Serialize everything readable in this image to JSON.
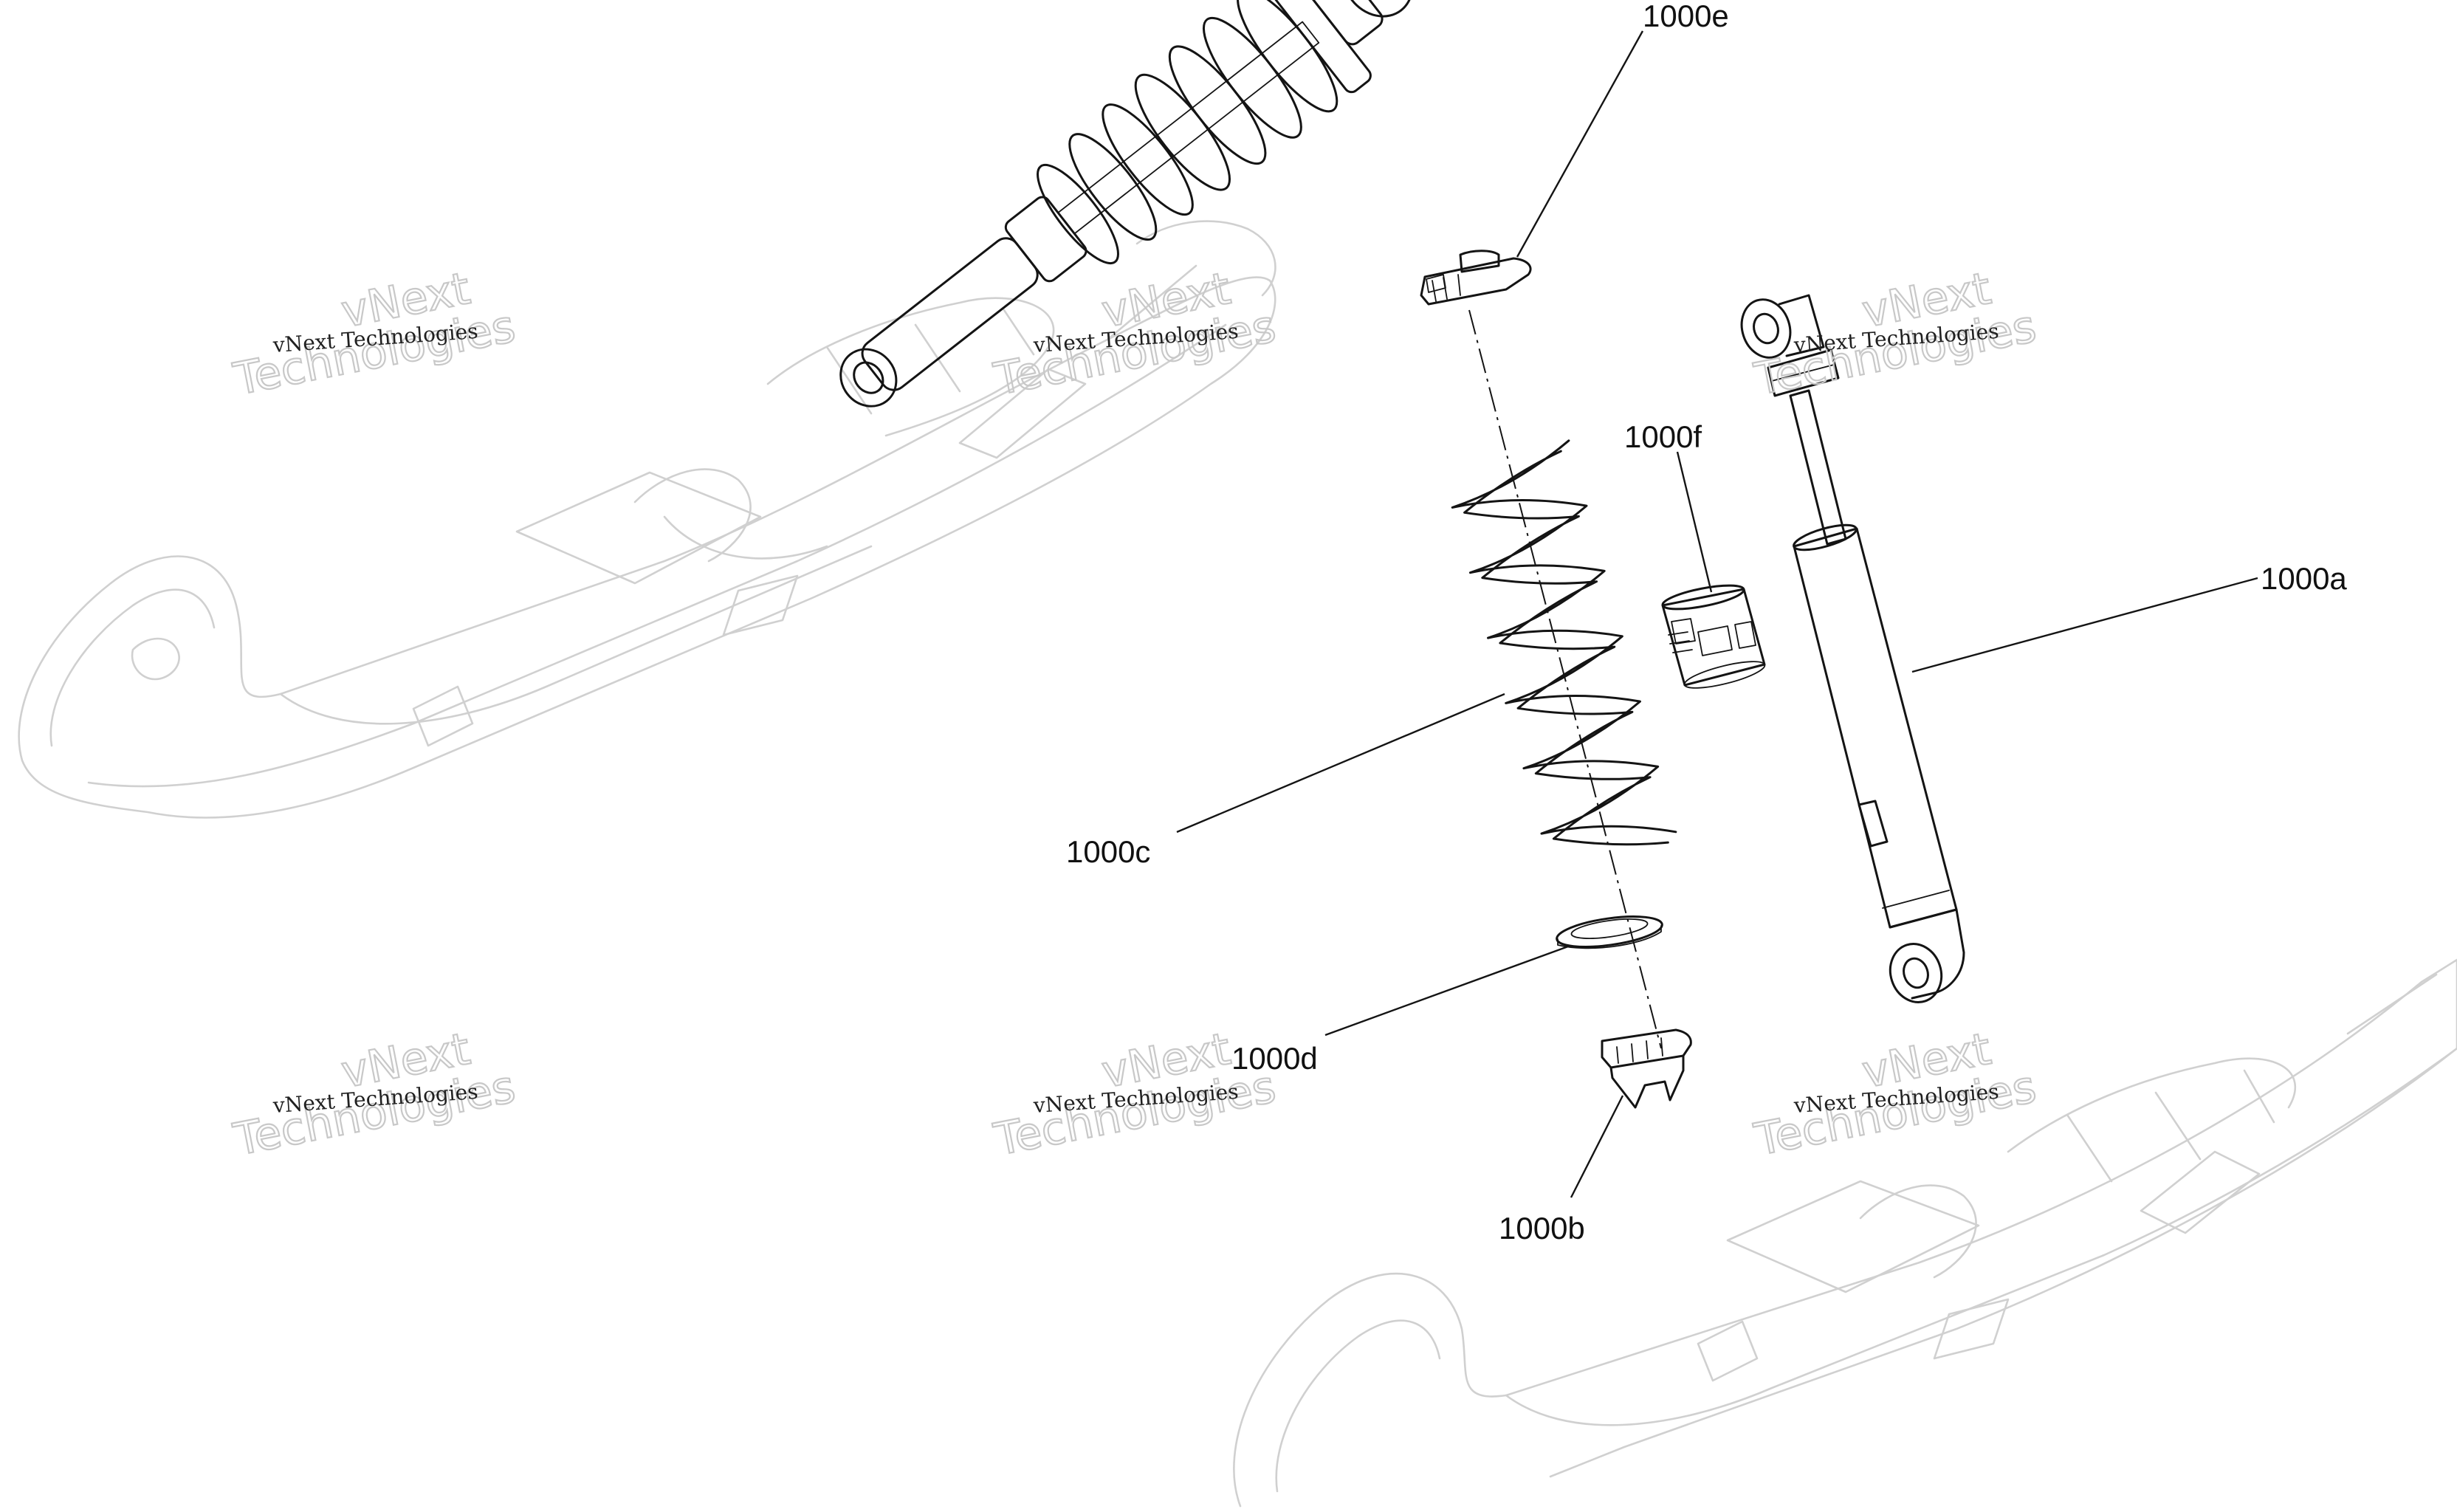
{
  "callouts": {
    "a": "1000a",
    "b": "1000b",
    "c": "1000c",
    "d": "1000d",
    "e": "1000e",
    "f": "1000f"
  },
  "watermark": {
    "line": "vNext Technologies",
    "big_top": "vNext",
    "big_bottom": "Technologies"
  },
  "colors": {
    "ink": "#141414",
    "ghost": "#d0d0d0",
    "watermark": "#c8c8c8"
  }
}
